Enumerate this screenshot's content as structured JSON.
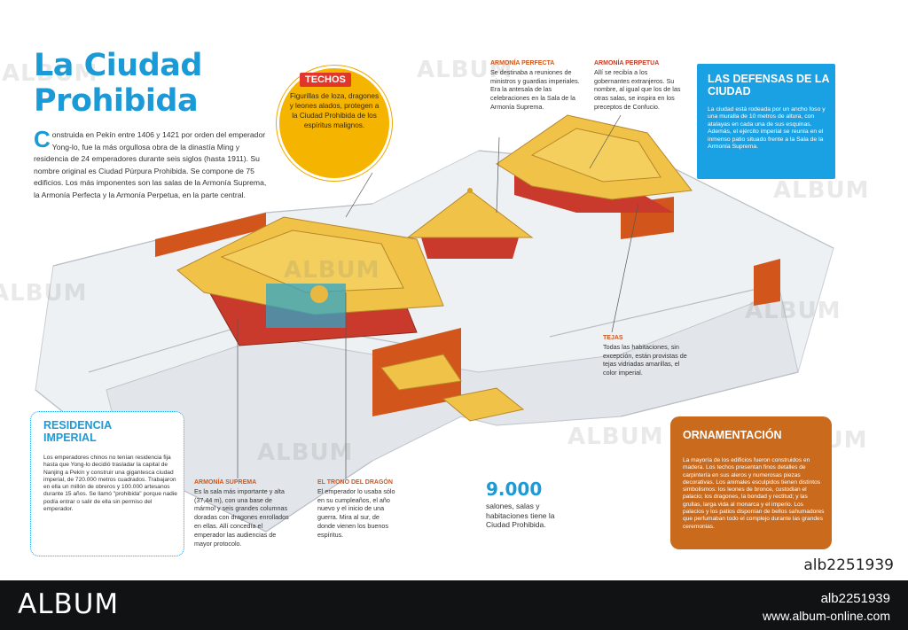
{
  "title_line1": "La Ciudad",
  "title_line2": "Prohibida",
  "intro_dropcap": "C",
  "intro_text": "onstruida en Pekín entre 1406 y 1421 por orden del emperador Yong-lo, fue la más orgullosa obra de la dinastía Ming y residencia de 24 emperadores durante seis siglos (hasta 1911). Su nombre original es Ciudad Púrpura Prohibida. Se compone de 75 edificios. Los más imponentes son las salas de la Armonía Suprema, la Armonía Perfecta y la Armonía Perpetua, en la parte central.",
  "techos": {
    "label": "TECHOS",
    "text": "Figurillas de loza, dragones y leones alados, protegen a la Ciudad Prohibida de los espíritus malignos."
  },
  "armonia_perfecta": {
    "label": "ARMONÍA PERFECTA",
    "text": "Se destinaba a reuniones de ministros y guardias imperiales. Era la antesala de las celebraciones en la Sala de la Armonía Suprema."
  },
  "armonia_perpetua": {
    "label": "ARMONÍA PERPETUA",
    "text": "Allí se recibía a los gobernantes extranjeros. Su nombre, al igual que los de las otras salas, se inspira en los preceptos de Confucio."
  },
  "defensas": {
    "label": "LAS DEFENSAS DE LA CIUDAD",
    "text": "La ciudad está rodeada por un ancho foso y una muralla de 10 metros de altura, con atalayas en cada una de sus esquinas. Además, el ejército imperial se reunía en el inmenso patio situado frente a la Sala de la Armonía Suprema."
  },
  "tejas": {
    "label": "TEJAS",
    "text": "Todas las habitaciones, sin excepción, están provistas de tejas vidriadas amarillas, el color imperial."
  },
  "residencia": {
    "label": "RESIDENCIA IMPERIAL",
    "text": "Los emperadores chinos no tenían residencia fija hasta que Yong-lo decidió trasladar la capital de Nanjing a Pekín y construir una gigantesca ciudad imperial, de 720.000 metros cuadrados. Trabajaron en ella un millón de obreros y 100.000 artesanos durante 15 años. Se llamó \"prohibida\" porque nadie podía entrar o salir de ella sin permiso del emperador."
  },
  "armonia_suprema": {
    "label": "ARMONÍA SUPREMA",
    "text": "Es la sala más importante y alta (37,44 m), con una base de mármol y seis grandes columnas doradas con dragones enrollados en ellas. Allí concedía el emperador las audiencias de mayor protocolo."
  },
  "trono": {
    "label": "EL TRONO DEL DRAGÓN",
    "text": "El emperador lo usaba sólo en su cumpleaños, el año nuevo y el inicio de una guerra. Mira al sur, de donde vienen los buenos espíritus."
  },
  "stat": {
    "number": "9.000",
    "text": "salones, salas y habitaciones tiene la Ciudad Prohibida."
  },
  "ornamentacion": {
    "label": "ORNAMENTACIÓN",
    "text": "La mayoría de los edificios fueron construidos en madera. Los techos presentan finos detalles de carpintería en sus aleros y numerosas piezas decorativas. Los animales esculpidos tienen distintos simbolismos: los leones de bronce, custodian el palacio; los dragones, la bondad y rectitud; y las grullas, larga vida al monarca y el imperio. Los palacios y los patios disponían de bellos sahumadores que perfumaban todo el complejo durante las grandes ceremonias."
  },
  "watermark": "ALBUM",
  "image_id": "alb2251939",
  "footer": {
    "brand": "ALBUM",
    "id": "alb2251939",
    "url": "www.album-online.com"
  },
  "colors": {
    "accent_blue": "#1a9ad6",
    "roof_gold": "#f0c247",
    "wall_red": "#d2561b",
    "orange_box": "#c96a1c",
    "yellow_circle": "#f5b400"
  }
}
